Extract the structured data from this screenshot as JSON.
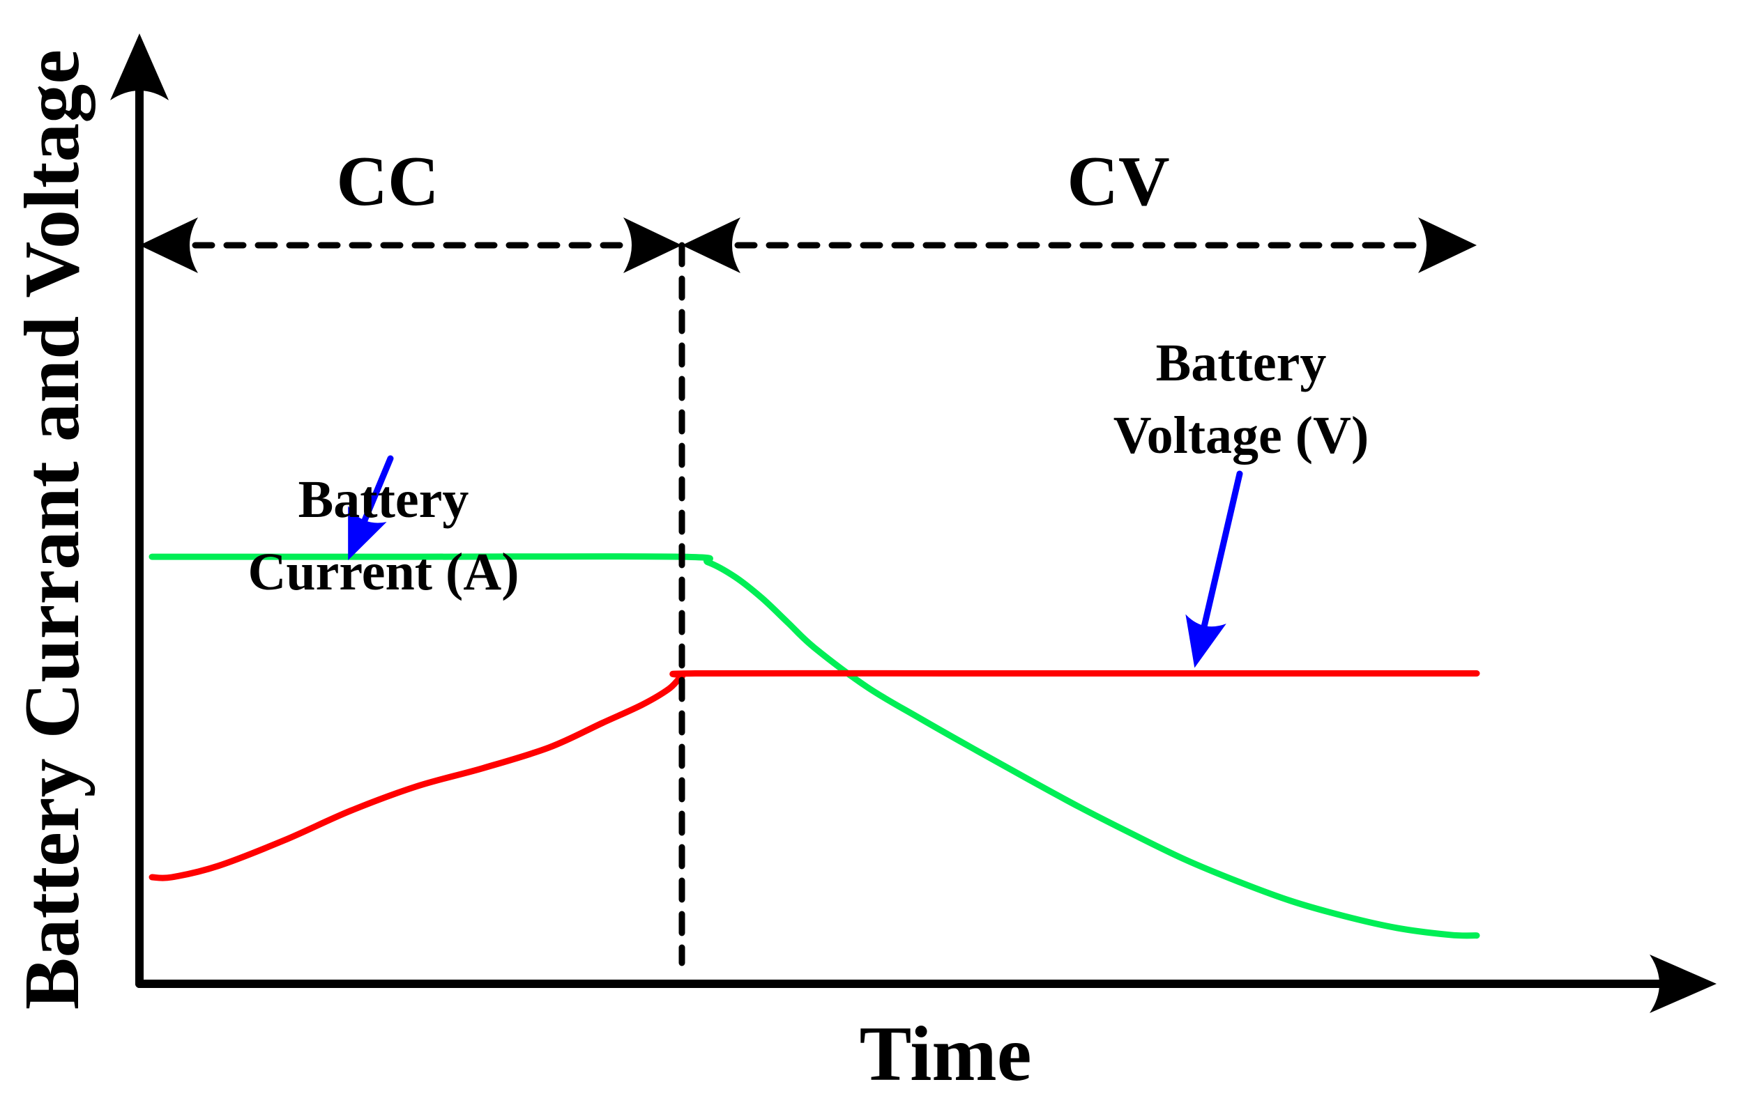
{
  "chart_data": {
    "type": "line",
    "xlabel": "Time",
    "ylabel": "Battery Currant and Voltage",
    "x_ticks": [],
    "y_ticks": [],
    "grid": false,
    "axes": "arrows-only",
    "xlim": [
      0,
      100
    ],
    "ylim": [
      0,
      100
    ],
    "phases": [
      {
        "name": "CC",
        "start": 0,
        "end": 40
      },
      {
        "name": "CV",
        "start": 40,
        "end": 100
      }
    ],
    "phase_boundary_x": 40,
    "series": [
      {
        "name": "Battery Current (A)",
        "name_lines": [
          "Battery",
          "Current (A)"
        ],
        "color": "#00ee55",
        "x": [
          0,
          20,
          40,
          42,
          44,
          46,
          48,
          50,
          54,
          58,
          62,
          66,
          70,
          74,
          78,
          82,
          86,
          90,
          94,
          98,
          100
        ],
        "y": [
          68.1,
          68.1,
          68.1,
          67.2,
          64.9,
          61.6,
          57.6,
          53.6,
          47.3,
          42.3,
          37.5,
          32.8,
          28.2,
          23.9,
          19.8,
          16.3,
          13.2,
          10.8,
          8.9,
          7.8,
          7.7
        ]
      },
      {
        "name": "Battery Voltage (V)",
        "name_lines": [
          "Battery",
          "Voltage (V)"
        ],
        "color": "#ff0000",
        "x": [
          0,
          1.5,
          5,
          10,
          15,
          20,
          25,
          30,
          34,
          37,
          39,
          40,
          41,
          60,
          80,
          100
        ],
        "y": [
          17.0,
          17.0,
          18.8,
          22.9,
          27.6,
          31.5,
          34.4,
          37.7,
          41.6,
          44.5,
          47.0,
          49.0,
          49.5,
          49.5,
          49.5,
          49.5
        ]
      }
    ]
  }
}
